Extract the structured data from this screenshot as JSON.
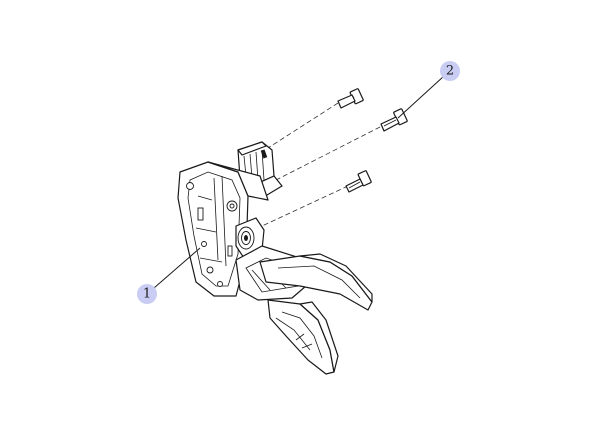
{
  "callouts": [
    {
      "id": "1",
      "label": "1"
    },
    {
      "id": "2",
      "label": "2"
    }
  ],
  "colors": {
    "callout_fill": "#c9cdf4",
    "line": "#1a1a1a",
    "background": "#ffffff"
  }
}
